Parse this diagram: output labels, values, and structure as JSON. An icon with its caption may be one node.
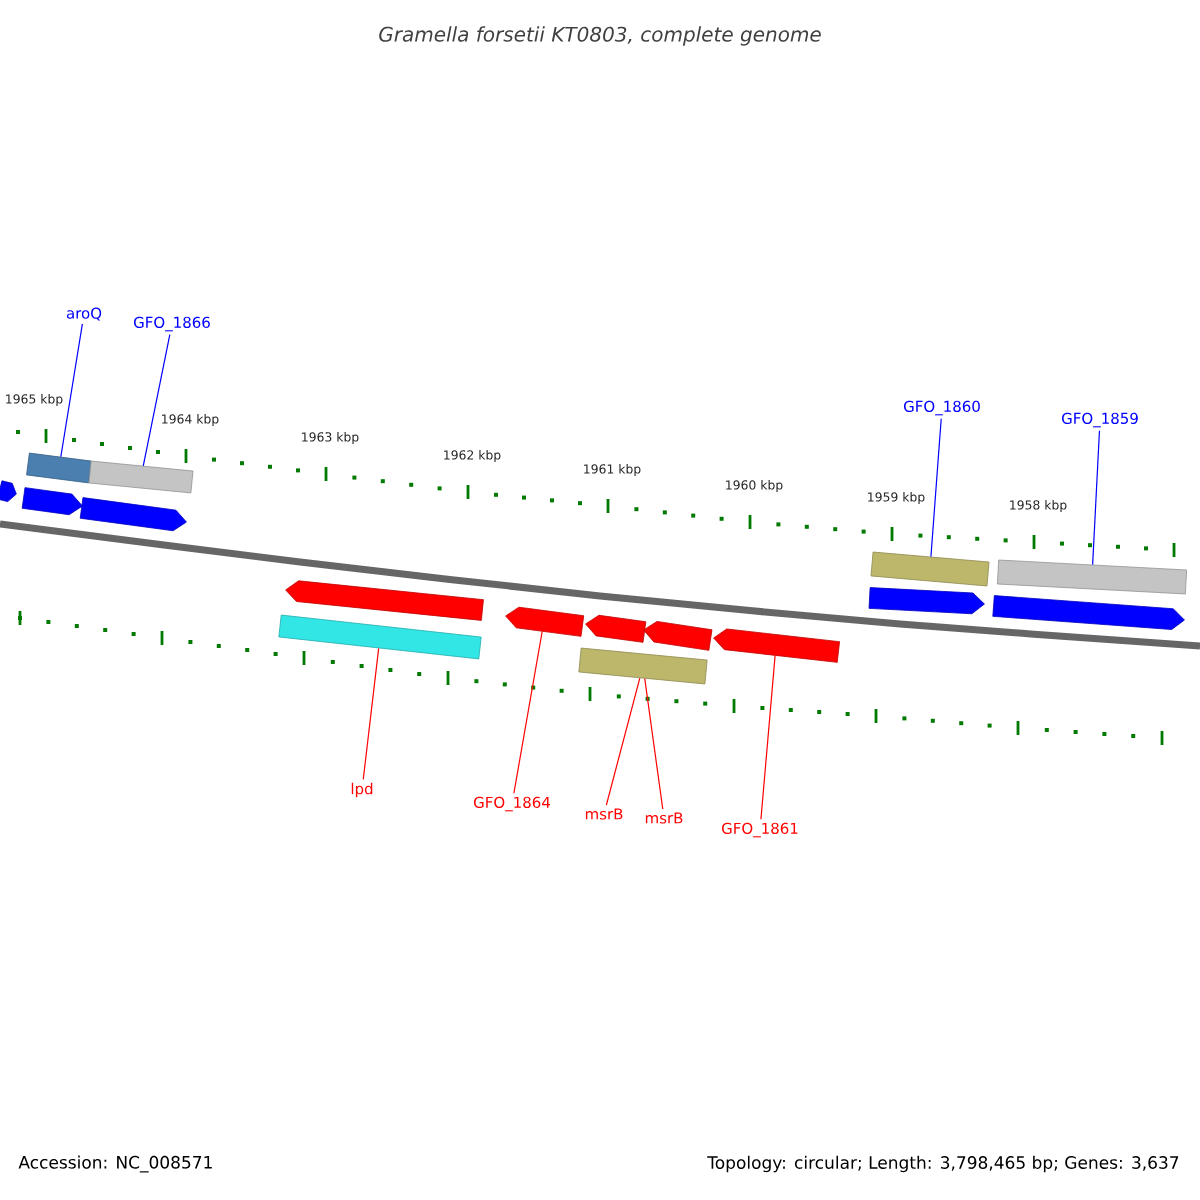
{
  "diagram": {
    "title": "Gramella forsetii KT0803, complete genome",
    "nodes": [
      {
        "text": [
          "aroQ"
        ]
      },
      {
        "text": [
          "GFO_1866"
        ]
      },
      {
        "text": [
          "GFO_1860"
        ]
      },
      {
        "text": [
          "GFO_1859"
        ]
      },
      {
        "text": [
          "lpd"
        ]
      },
      {
        "text": [
          "GFO_1864"
        ]
      },
      {
        "text": [
          "msrB"
        ]
      },
      {
        "text": [
          "msrB"
        ]
      },
      {
        "text": [
          "GFO_1861"
        ]
      },
      {
        "text": [],
        "shape": "bar"
      },
      {
        "text": [],
        "shape": "bar"
      },
      {
        "text": [],
        "shape": "arrow"
      },
      {
        "text": [],
        "shape": "arrow"
      },
      {
        "text": [],
        "shape": "arrow"
      },
      {
        "text": [],
        "shape": "arrow"
      },
      {
        "text": [],
        "shape": "bar"
      },
      {
        "text": [],
        "shape": "arrow"
      },
      {
        "text": [],
        "shape": "arrow"
      },
      {
        "text": [],
        "shape": "arrow"
      },
      {
        "text": [],
        "shape": "arrow"
      },
      {
        "text": [],
        "shape": "bar"
      },
      {
        "text": [],
        "shape": "bar"
      },
      {
        "text": [],
        "shape": "bar"
      },
      {
        "text": [],
        "shape": "arrow"
      },
      {
        "text": [],
        "shape": "arrow"
      }
    ],
    "edges": [
      {
        "from": 0,
        "to": 9,
        "arrow": "none",
        "color": "#0000ff"
      },
      {
        "from": 1,
        "to": 10,
        "arrow": "none",
        "color": "#0000ff"
      },
      {
        "from": 2,
        "to": 21,
        "arrow": "none",
        "color": "#0000ff"
      },
      {
        "from": 3,
        "to": 22,
        "arrow": "none",
        "color": "#0000ff"
      },
      {
        "from": 4,
        "to": 15,
        "arrow": "none"
      },
      {
        "from": 5,
        "to": 16,
        "arrow": "none"
      },
      {
        "from": 6,
        "to": 20,
        "arrow": "none"
      },
      {
        "from": 7,
        "to": 20,
        "arrow": "none"
      },
      {
        "from": 8,
        "to": 19,
        "arrow": "none"
      }
    ],
    "labels": [
      "1965 kbp",
      "1964 kbp",
      "1963 kbp",
      "1962 kbp",
      "1961 kbp",
      "1960 kbp",
      "1959 kbp",
      "1958 kbp",
      "Accession: NC_008571",
      "Topology: circular; Length: 3,798,465 bp; Genes: 3,637"
    ]
  }
}
